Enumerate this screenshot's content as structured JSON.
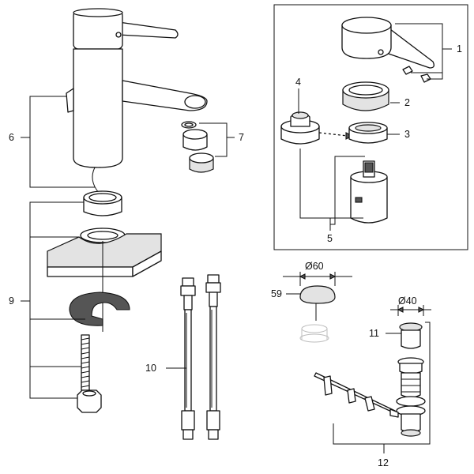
{
  "callouts": {
    "c1": "1",
    "c2": "2",
    "c3": "3",
    "c4": "4",
    "c5": "5",
    "c6": "6",
    "c7": "7",
    "c9": "9",
    "c10": "10",
    "c11": "11",
    "c12": "12",
    "c59": "59"
  },
  "dimensions": {
    "d60": "Ø60",
    "d40": "Ø40"
  }
}
